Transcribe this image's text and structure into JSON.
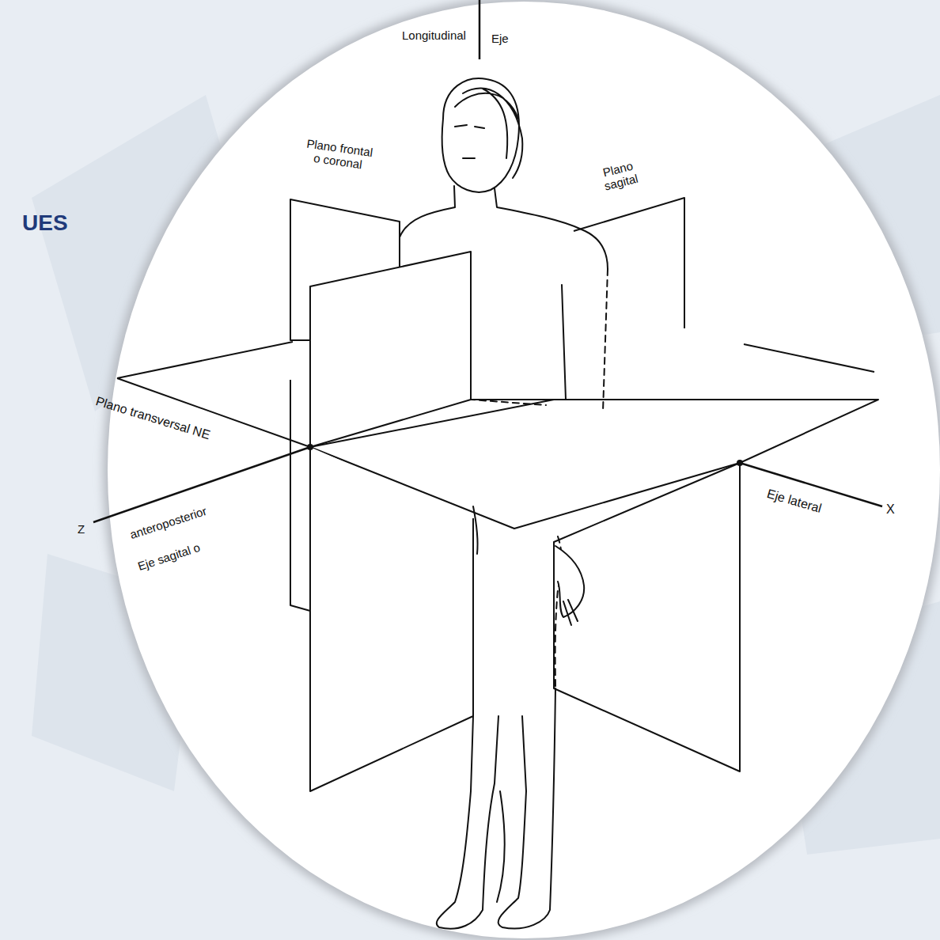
{
  "diagram": {
    "labels": [
      "UES",
      "Longitudinal",
      "Eje",
      "Plano frontal o coronal",
      "Plano sagital",
      "Plano transversal NE",
      "Z",
      "anteroposterior",
      "Eje sagital o",
      "Eje lateral",
      "X"
    ]
  }
}
